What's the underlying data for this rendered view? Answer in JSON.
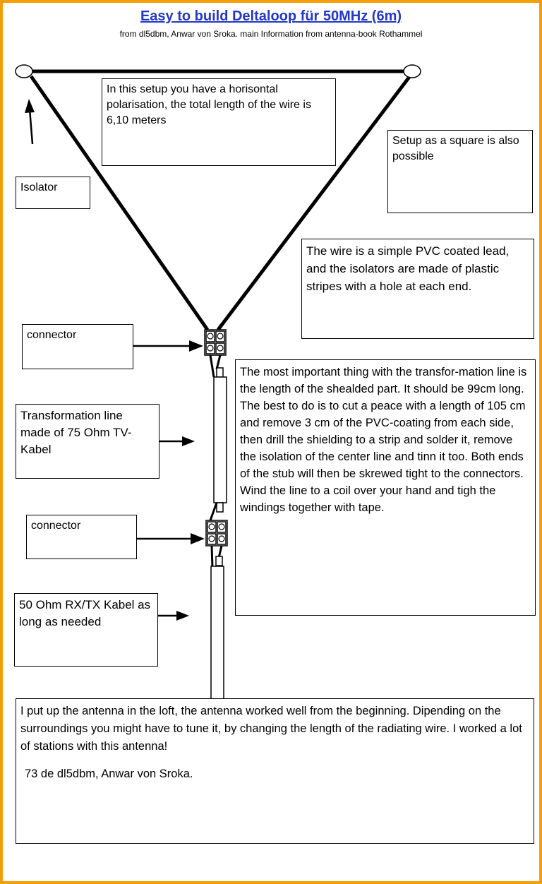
{
  "title": "Easy to build Deltaloop für 50MHz (6m)",
  "subtitle": "from  dl5dbm, Anwar von Sroka. main Information from antenna-book Rothammel",
  "colors": {
    "frame": "#f59e0b",
    "title": "#2438c8",
    "lines": "#000000"
  },
  "labels": {
    "horizontal_note": "In this setup you have a horisontal polarisation, the total length of the wire is 6,10 meters",
    "square_note": "Setup as a square is also possible",
    "isolator": "Isolator",
    "wire_note": "The wire is a simple PVC coated lead, and the isolators are made of plastic stripes with a hole at each end.",
    "connector_top": "connector",
    "transformation_line": "Transformation line made of 75 Ohm TV-Kabel",
    "stub_instructions": "The most important thing with the transfor-mation line is the length of the shealded part. It should be 99cm long. The best to do is to cut a peace with a length of 105 cm and remove 3 cm of the PVC-coating from each side, then drill the shielding to a strip and solder it, remove the isolation of the center line and tinn it too. Both ends of the stub will then be skrewed tight to the connectors. Wind the line to a coil over your hand and tigh the windings  together with tape.",
    "connector_bottom": "connector",
    "rxtx_cable": "50 Ohm RX/TX Kabel as long as needed"
  },
  "conclusion": {
    "text": "I put up the antenna in the loft, the antenna worked well from the beginning. Dipending on the surroundings you might have to tune it, by changing the length of the radiating wire. I worked a lot of stations with this antenna!",
    "signature": "73 de dl5dbm, Anwar von Sroka."
  }
}
